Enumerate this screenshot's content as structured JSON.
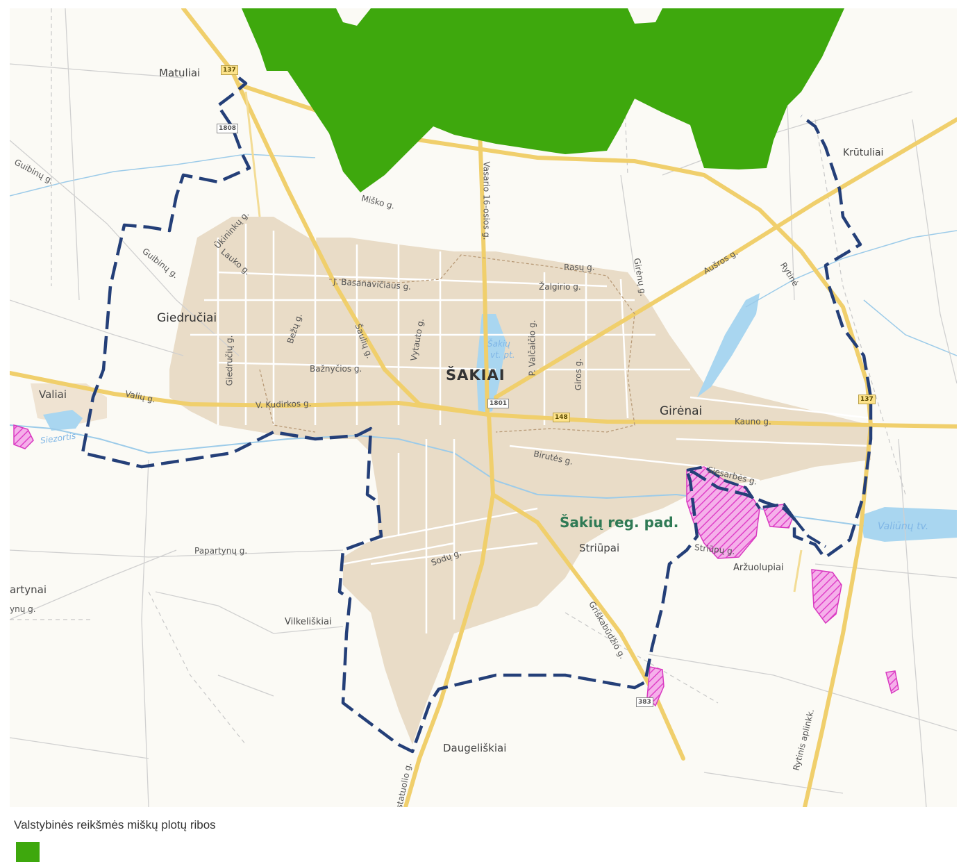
{
  "legend": {
    "title": "Valstybinės reikšmės miškų plotų ribos",
    "items": [
      {
        "color": "#3ea80d",
        "icon": "green-square-swatch"
      }
    ]
  },
  "colors": {
    "forest_fill": "#3ea80d",
    "boundary": "#243f78",
    "urban_area": "#e9dcc7",
    "main_road": "#f5d67a",
    "water": "#a9d6f0",
    "protected_hatch": "#e25ad0",
    "map_background": "#fbfaf5"
  },
  "map": {
    "city": "ŠAKIAI",
    "reserve": "Šakių reg. pad.",
    "places": {
      "matuliai": "Matuliai",
      "krutuliai": "Krūtuliai",
      "giedruciai": "Giedručiai",
      "valiai": "Valiai",
      "girenai": "Girėnai",
      "striupai": "Striūpai",
      "arzuolupiai": "Aržuolupiai",
      "artynai": "artynai",
      "vilkeliskiai": "Vilkeliškiai",
      "daugeliskiai": "Daugeliškiai"
    },
    "streets": {
      "guibinu_top": "Guibinų g.",
      "guibinu": "Guibinų g.",
      "ukininku": "Ūkininkų g.",
      "lauko": "Lauko g.",
      "bezu": "Bežų g.",
      "saulių": "Šaulių g.",
      "giedruciu": "Giedručių g.",
      "basanaviciaus": "J. Basanavičiaus g.",
      "vytauto": "Vytauto g.",
      "baznycios": "Bažnyčios g.",
      "kudirkos": "V. Kudirkos g.",
      "valiu": "Valių g.",
      "misko": "Miško g.",
      "vasario": "Vasario 16-osios g.",
      "rasu": "Rasų g.",
      "zalgirio": "Žalgirio g.",
      "valciaicio": "P. Valčaičio g.",
      "giros": "Giros g.",
      "gireniu": "Girėnų g.",
      "ausros": "Aušros g.",
      "rytine": "Rytinė",
      "kauno": "Kauno g.",
      "birutes": "Birutės g.",
      "siesarbes": "Siesarbės g.",
      "papartynu": "Papartynų g.",
      "sodu": "Sodų g.",
      "striupu": "Striūpų g.",
      "griskabudzio": "Griškabūdžio g.",
      "statuolio": "statuolio g.",
      "aplinkkelis": "Rytinis aplinkk.",
      "siezerts": "Siezortis",
      "ynu": "ynų g."
    },
    "road_numbers": {
      "r137_top": "137",
      "r137_right": "137",
      "r1808": "1808",
      "r1801": "1801",
      "r148": "148",
      "r383": "383"
    },
    "water_labels": {
      "sakiu_pond": "Šakių",
      "sakiu_pond_2": "vt. pt.",
      "valiuniu": "Valiūnų tv."
    }
  }
}
